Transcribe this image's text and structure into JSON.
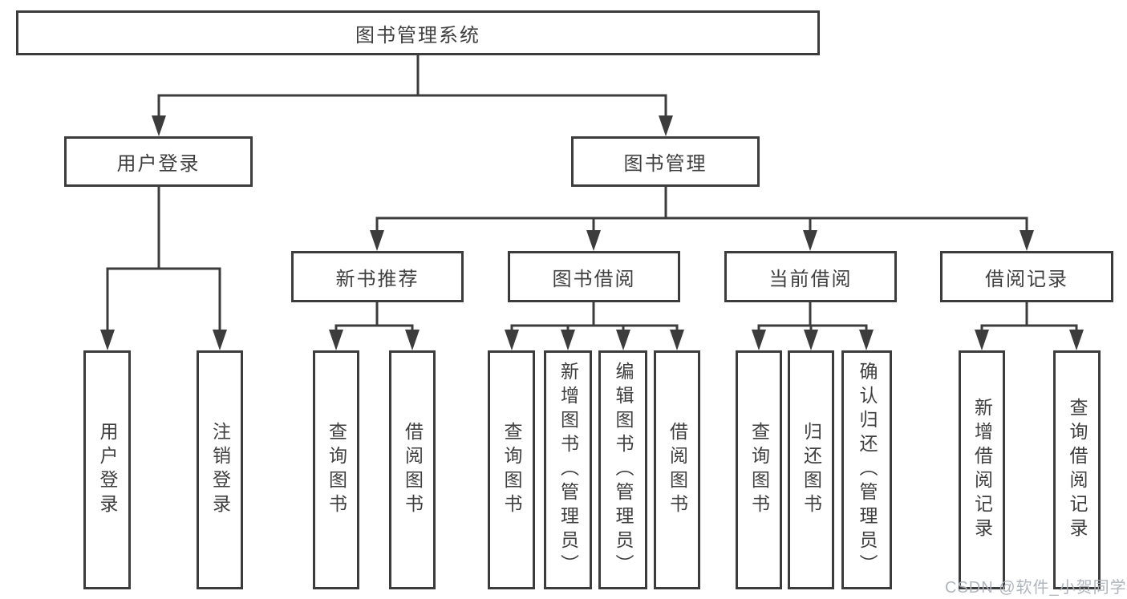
{
  "colors": {
    "line": "#3c3c3c",
    "text": "#3f3f3f",
    "box_fill": "#ffffff",
    "watermark": "#acb1ba"
  },
  "watermark": {
    "text": "CSDN @软件_小贺同学"
  },
  "tree": {
    "root": {
      "label": "图书管理系统",
      "children": [
        {
          "label": "用户登录",
          "children": [
            {
              "label": "用户登录"
            },
            {
              "label": "注销登录"
            }
          ]
        },
        {
          "label": "图书管理",
          "children": [
            {
              "label": "新书推荐",
              "children": [
                {
                  "label": "查询图书"
                },
                {
                  "label": "借阅图书"
                }
              ]
            },
            {
              "label": "图书借阅",
              "children": [
                {
                  "label": "查询图书"
                },
                {
                  "label": "新增图书（管理员）"
                },
                {
                  "label": "编辑图书（管理员）"
                },
                {
                  "label": "借阅图书"
                }
              ]
            },
            {
              "label": "当前借阅",
              "children": [
                {
                  "label": "查询图书"
                },
                {
                  "label": "归还图书"
                },
                {
                  "label": "确认归还（管理员）"
                }
              ]
            },
            {
              "label": "借阅记录",
              "children": [
                {
                  "label": "新增借阅记录"
                },
                {
                  "label": "查询借阅记录"
                }
              ]
            }
          ]
        }
      ]
    }
  }
}
